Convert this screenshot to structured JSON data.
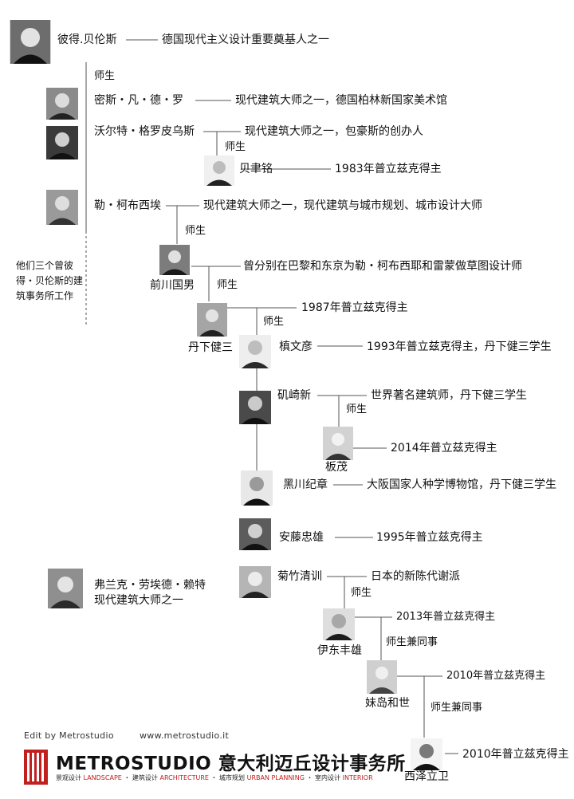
{
  "people": {
    "gropius_teacher": {
      "name": "彼得.贝伦斯",
      "desc": "德国现代主义设计重要奠基人之一"
    },
    "mies": {
      "name": "密斯・凡・德・罗",
      "desc": "现代建筑大师之一，德国柏林新国家美术馆"
    },
    "gropius": {
      "name": "沃尔特・格罗皮乌斯",
      "desc": "现代建筑大师之一，包豪斯的创办人"
    },
    "pei": {
      "name": "贝聿铭",
      "desc": "1983年普立兹克得主"
    },
    "corbusier": {
      "name": "勒・柯布西埃",
      "desc": "现代建筑大师之一，现代建筑与城市规划、城市设计大师"
    },
    "maekawa": {
      "name": "前川国男",
      "desc": "曾分别在巴黎和东京为勒・柯布西耶和雷蒙做草图设计师"
    },
    "tange": {
      "name": "丹下健三",
      "desc": "1987年普立兹克得主"
    },
    "maki": {
      "name": "槙文彦",
      "desc": "1993年普立兹克得主，丹下健三学生"
    },
    "isozaki": {
      "name": "矶崎新",
      "desc": "世界著名建筑师，丹下健三学生"
    },
    "ban": {
      "name": "板茂",
      "desc": "2014年普立兹克得主"
    },
    "kurokawa": {
      "name": "黑川纪章",
      "desc": "大阪国家人种学博物馆，丹下健三学生"
    },
    "ando": {
      "name": "安藤忠雄",
      "desc": "1995年普立兹克得主"
    },
    "wright": {
      "name": "弗兰克・劳埃德・赖特",
      "desc": "现代建筑大师之一"
    },
    "kikutake": {
      "name": "菊竹清训",
      "desc": "日本的新陈代谢派"
    },
    "ito": {
      "name": "伊东丰雄",
      "desc": "2013年普立兹克得主"
    },
    "sejima": {
      "name": "妹岛和世",
      "desc": "2010年普立兹克得主"
    },
    "nishizawa": {
      "name": "西泽立卫",
      "desc": "2010年普立兹克得主"
    }
  },
  "relations": {
    "teacher_student": "师生",
    "teacher_student_colleague": "师生兼同事"
  },
  "note": "他们三个曾彼得・贝伦斯的建筑事务所工作",
  "footer": {
    "edit": "Edit by Metrostudio",
    "website": "www.metrostudio.it",
    "brand": "METROSTUDIO 意大利迈丘设计事务所",
    "service_landscape_cn": "景观设计",
    "service_landscape_en": "LANDSCAPE",
    "service_arch_cn": "建筑设计",
    "service_arch_en": "ARCHITECTURE",
    "service_urban_cn": "城市规划",
    "service_urban_en": "URBAN PLANNING",
    "service_interior_cn": "室内设计",
    "service_interior_en": "INTERIOR"
  },
  "colors": {
    "line": "#555555",
    "brand_red": "#c21f1f"
  }
}
